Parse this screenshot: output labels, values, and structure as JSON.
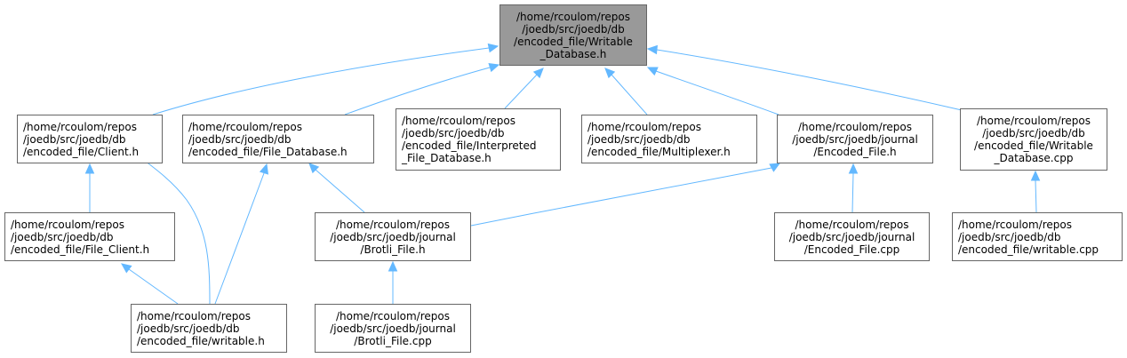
{
  "nodes": {
    "writable_database_h": {
      "lines": [
        "/home/rcoulom/repos",
        "/joedb/src/joedb/db",
        "/encoded_file/Writable",
        "_Database.h"
      ],
      "highlighted": true
    },
    "client_h": {
      "lines": [
        "/home/rcoulom/repos",
        "/joedb/src/joedb/db",
        "/encoded_file/Client.h"
      ]
    },
    "file_database_h": {
      "lines": [
        "/home/rcoulom/repos",
        "/joedb/src/joedb/db",
        "/encoded_file/File_Database.h"
      ]
    },
    "interpreted_file_database_h": {
      "lines": [
        "/home/rcoulom/repos",
        "/joedb/src/joedb/db",
        "/encoded_file/Interpreted",
        "_File_Database.h"
      ]
    },
    "multiplexer_h": {
      "lines": [
        "/home/rcoulom/repos",
        "/joedb/src/joedb/db",
        "/encoded_file/Multiplexer.h"
      ]
    },
    "encoded_file_h": {
      "lines": [
        "/home/rcoulom/repos",
        "/joedb/src/joedb/journal",
        "/Encoded_File.h"
      ]
    },
    "writable_database_cpp": {
      "lines": [
        "/home/rcoulom/repos",
        "/joedb/src/joedb/db",
        "/encoded_file/Writable",
        "_Database.cpp"
      ]
    },
    "file_client_h": {
      "lines": [
        "/home/rcoulom/repos",
        "/joedb/src/joedb/db",
        "/encoded_file/File_Client.h"
      ]
    },
    "brotli_file_h": {
      "lines": [
        "/home/rcoulom/repos",
        "/joedb/src/joedb/journal",
        "/Brotli_File.h"
      ]
    },
    "encoded_file_cpp": {
      "lines": [
        "/home/rcoulom/repos",
        "/joedb/src/joedb/journal",
        "/Encoded_File.cpp"
      ]
    },
    "writable_cpp": {
      "lines": [
        "/home/rcoulom/repos",
        "/joedb/src/joedb/db",
        "/encoded_file/writable.cpp"
      ]
    },
    "writable_h": {
      "lines": [
        "/home/rcoulom/repos",
        "/joedb/src/joedb/db",
        "/encoded_file/writable.h"
      ]
    },
    "brotli_file_cpp": {
      "lines": [
        "/home/rcoulom/repos",
        "/joedb/src/joedb/journal",
        "/Brotli_File.cpp"
      ]
    }
  },
  "edges": [
    {
      "from": "client_h",
      "to": "writable_database_h"
    },
    {
      "from": "file_database_h",
      "to": "writable_database_h"
    },
    {
      "from": "interpreted_file_database_h",
      "to": "writable_database_h"
    },
    {
      "from": "multiplexer_h",
      "to": "writable_database_h"
    },
    {
      "from": "encoded_file_h",
      "to": "writable_database_h"
    },
    {
      "from": "writable_database_cpp",
      "to": "writable_database_h"
    },
    {
      "from": "file_client_h",
      "to": "client_h"
    },
    {
      "from": "writable_h",
      "to": "client_h"
    },
    {
      "from": "writable_h",
      "to": "file_database_h"
    },
    {
      "from": "brotli_file_h",
      "to": "file_database_h"
    },
    {
      "from": "brotli_file_h",
      "to": "encoded_file_h"
    },
    {
      "from": "encoded_file_cpp",
      "to": "encoded_file_h"
    },
    {
      "from": "writable_cpp",
      "to": "writable_database_cpp"
    },
    {
      "from": "writable_h",
      "to": "file_client_h"
    },
    {
      "from": "brotli_file_cpp",
      "to": "brotli_file_h"
    }
  ],
  "colors": {
    "edge": "#63b8ff",
    "node_border": "#666666",
    "root_fill": "#999999",
    "node_fill": "#ffffff"
  }
}
